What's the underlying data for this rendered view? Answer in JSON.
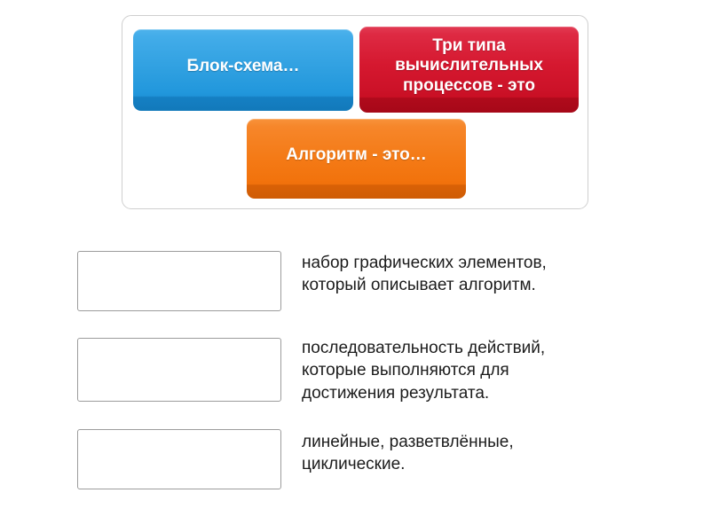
{
  "page": {
    "background_color": "#ffffff",
    "type": "drag-and-drop matching exercise"
  },
  "tile_tray": {
    "border_color": "#cfcfcf",
    "tiles": [
      {
        "id": "tile-blokshema",
        "label": "Блок-схема…",
        "color": "#2e9fe0",
        "color_name": "blue"
      },
      {
        "id": "tile-tri-tipa",
        "label": "Три типа\nвычислительных\nпроцессов - это",
        "color": "#d5182f",
        "color_name": "red"
      },
      {
        "id": "tile-algoritm",
        "label": "Алгоритм - это…",
        "color": "#f47a16",
        "color_name": "orange"
      }
    ]
  },
  "answers": {
    "drop_zone_placeholder": "",
    "rows": [
      {
        "id": "answer-row-1",
        "text": "набор графических элементов,\nкоторый описывает алгоритм."
      },
      {
        "id": "answer-row-2",
        "text": "последовательность действий,\nкоторые выполняются для\nдостижения результата."
      },
      {
        "id": "answer-row-3",
        "text": "линейные, разветвлённые,\nциклические."
      }
    ]
  }
}
